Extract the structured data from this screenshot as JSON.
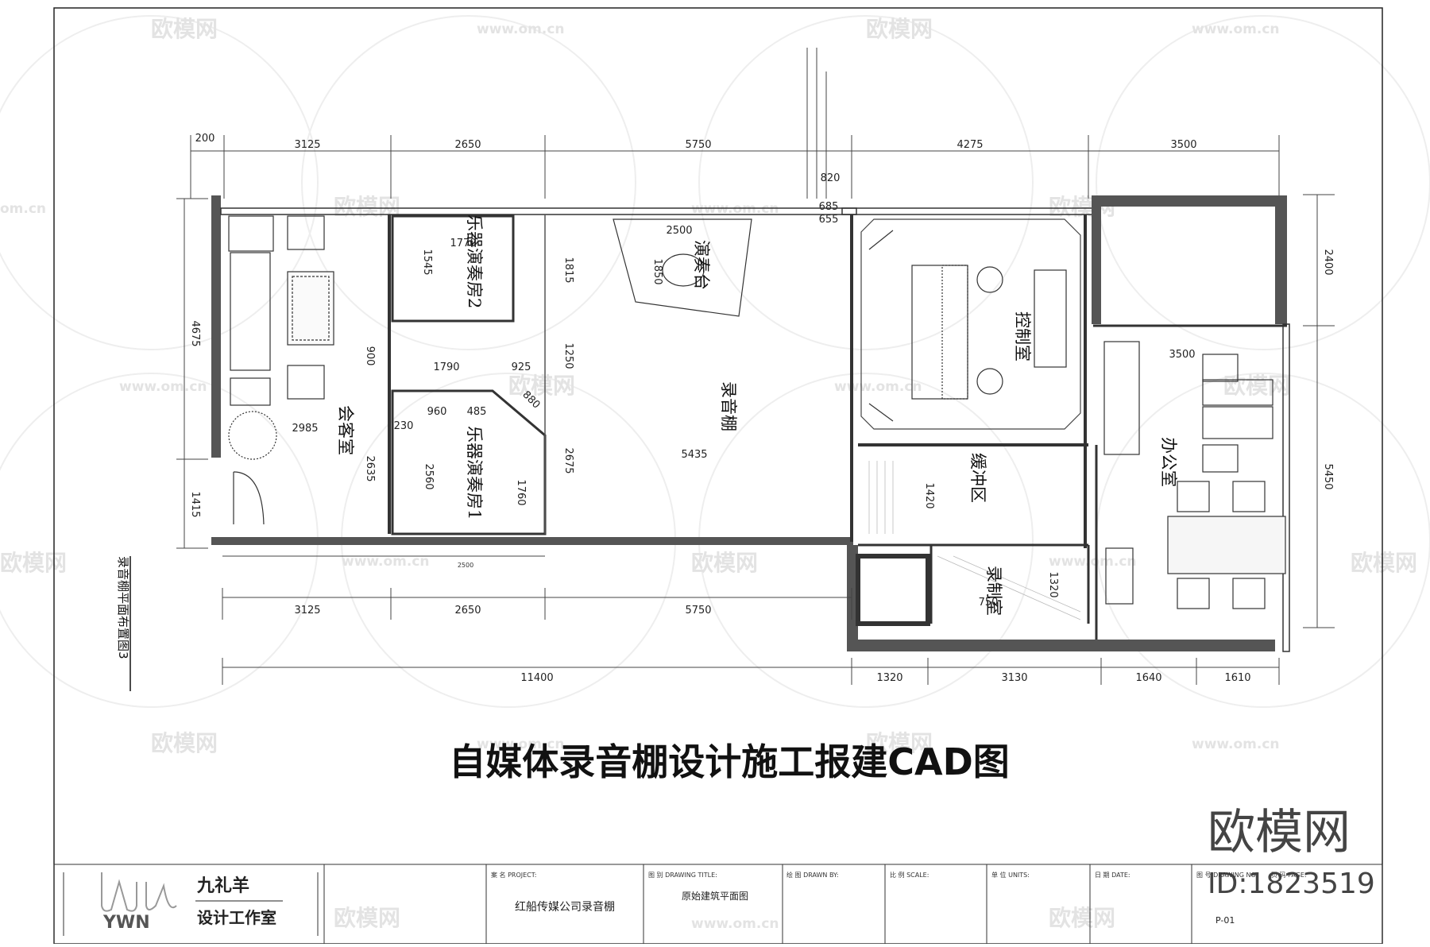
{
  "drawing": {
    "main_title": "自媒体录音棚设计施工报建CAD图",
    "side_title": "录音棚平面布置图3",
    "accent_wall": "#555555"
  },
  "rooms": {
    "reception": "会客室",
    "practice_room_2": "乐器演奏房2",
    "practice_room_1": "乐器演奏房1",
    "stage": "演奏台",
    "recording_studio": "录音棚",
    "control_room": "控制室",
    "buffer_zone": "缓冲区",
    "recording_room": "录制室",
    "office": "办公室"
  },
  "top_dims": [
    "200",
    "3125",
    "2650",
    "5750",
    "4275",
    "3500"
  ],
  "bottom_dims_inner": [
    "3125",
    "2650",
    "5750"
  ],
  "bottom_dims_outer": [
    "11400",
    "1320",
    "3130",
    "1640",
    "1610"
  ],
  "side_dims_left": [
    "4675",
    "1415"
  ],
  "side_dims_right": [
    "2400",
    "5450"
  ],
  "inner_dims": {
    "d1770": "1770",
    "d1545": "1545",
    "d2500a": "2500",
    "d1850": "1850",
    "d1815": "1815",
    "d900": "900",
    "d1790": "1790",
    "d925": "925",
    "d1250": "1250",
    "d880": "880",
    "d960": "960",
    "d485": "485",
    "d230": "230",
    "d2985": "2985",
    "d2635": "2635",
    "d2560": "2560",
    "d1760": "1760",
    "d2675": "2675",
    "d5435": "5435",
    "d1420": "1420",
    "d750": "750",
    "d1320": "1320",
    "d3500": "3500",
    "d2500b": "2500",
    "d820": "820",
    "d685": "685",
    "d655": "655"
  },
  "watermarks": {
    "brand": "欧模网",
    "site": "www.om.cn",
    "site_short": "om.cn",
    "id_label": "ID:1823519"
  },
  "title_block": {
    "logo_mark": "YWN",
    "studio_name": "九礼羊",
    "studio_sub": "设计工作室",
    "project_label": "案 名 PROJECT:",
    "project_value": "红船传媒公司录音棚",
    "drawing_title_label": "图 别 DRAWING TITLE:",
    "drawing_title_value": "原始建筑平面图",
    "drawn_by_label": "绘 图 DRAWN BY:",
    "scale_label": "比 例 SCALE:",
    "units_label": "单 位 UNITS:",
    "date_label": "日 期 DATE:",
    "drawing_no_label": "图 号 DRAWING NO:",
    "page_label": "页 码 PAGE:",
    "page_value": "P-01"
  }
}
